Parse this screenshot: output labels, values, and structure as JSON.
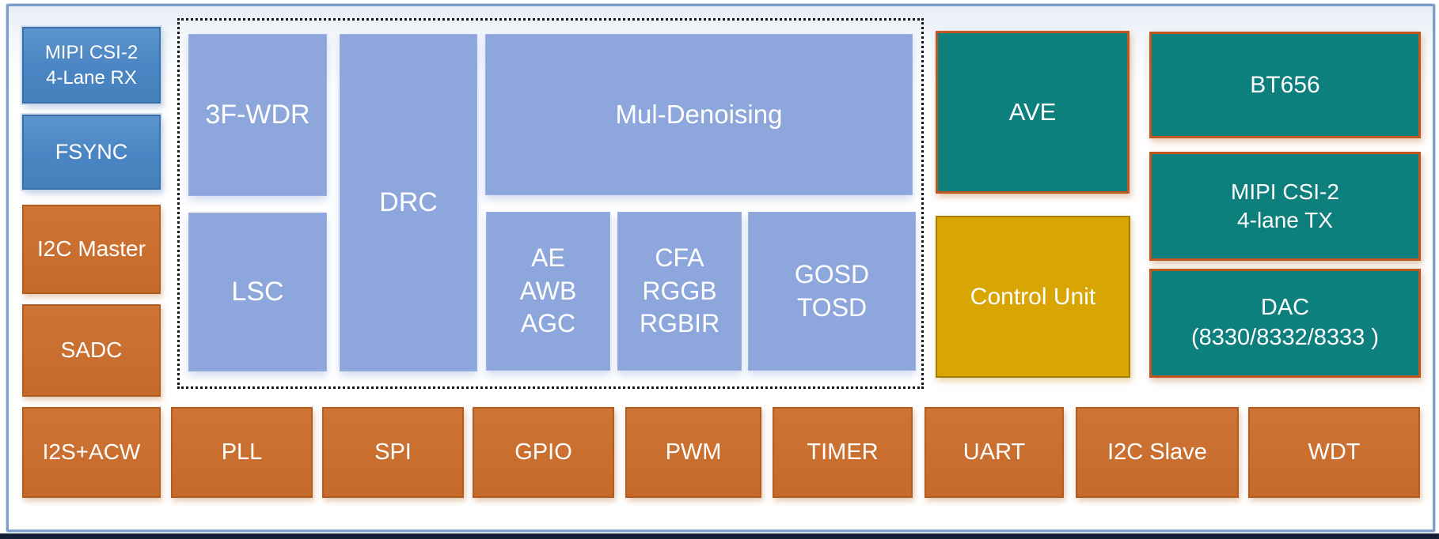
{
  "palette": {
    "steel_blue_fill": "#4A85C3",
    "steel_blue_border": "#3A70A9",
    "orange_fill": "#C96E2E",
    "orange_border": "#B15C20",
    "periwinkle_fill": "#8DA6DC",
    "teal_fill": "#0D7F7D",
    "teal_border": "#C0571F",
    "gold_fill": "#D8A503",
    "gold_border": "#A87E08",
    "frame_border": "#7B9FCB",
    "dashed_region_border": "#161616",
    "bottom_edge_band": "#131F35",
    "label_text": "#FFFFFF"
  },
  "blocks": {
    "left": [
      {
        "label": "MIPI CSI-2\n4-Lane RX",
        "color_group": "steel_blue"
      },
      {
        "label": "FSYNC",
        "color_group": "steel_blue"
      },
      {
        "label": "I2C Master",
        "color_group": "orange"
      },
      {
        "label": "SADC",
        "color_group": "orange"
      },
      {
        "label": "I2S+ACW",
        "color_group": "orange"
      }
    ],
    "isp": [
      {
        "label": "3F-WDR",
        "color_group": "periwinkle"
      },
      {
        "label": "DRC",
        "color_group": "periwinkle"
      },
      {
        "label": "Mul-Denoising",
        "color_group": "periwinkle"
      },
      {
        "label": "LSC",
        "color_group": "periwinkle"
      },
      {
        "label": "AE\nAWB\nAGC",
        "color_group": "periwinkle"
      },
      {
        "label": "CFA\nRGGB\nRGBIR",
        "color_group": "periwinkle"
      },
      {
        "label": "GOSD\nTOSD",
        "color_group": "periwinkle"
      }
    ],
    "center": [
      {
        "label": "AVE",
        "color_group": "teal"
      },
      {
        "label": "Control Unit",
        "color_group": "gold"
      }
    ],
    "right": [
      {
        "label": "BT656",
        "color_group": "teal"
      },
      {
        "label": "MIPI CSI-2\n4-lane TX",
        "color_group": "teal"
      },
      {
        "label": "DAC\n(8330/8332/8333 )",
        "color_group": "teal"
      }
    ],
    "bottom": [
      {
        "label": "PLL",
        "color_group": "orange"
      },
      {
        "label": "SPI",
        "color_group": "orange"
      },
      {
        "label": "GPIO",
        "color_group": "orange"
      },
      {
        "label": "PWM",
        "color_group": "orange"
      },
      {
        "label": "TIMER",
        "color_group": "orange"
      },
      {
        "label": "UART",
        "color_group": "orange"
      },
      {
        "label": "I2C Slave",
        "color_group": "orange"
      },
      {
        "label": "WDT",
        "color_group": "orange"
      }
    ]
  }
}
